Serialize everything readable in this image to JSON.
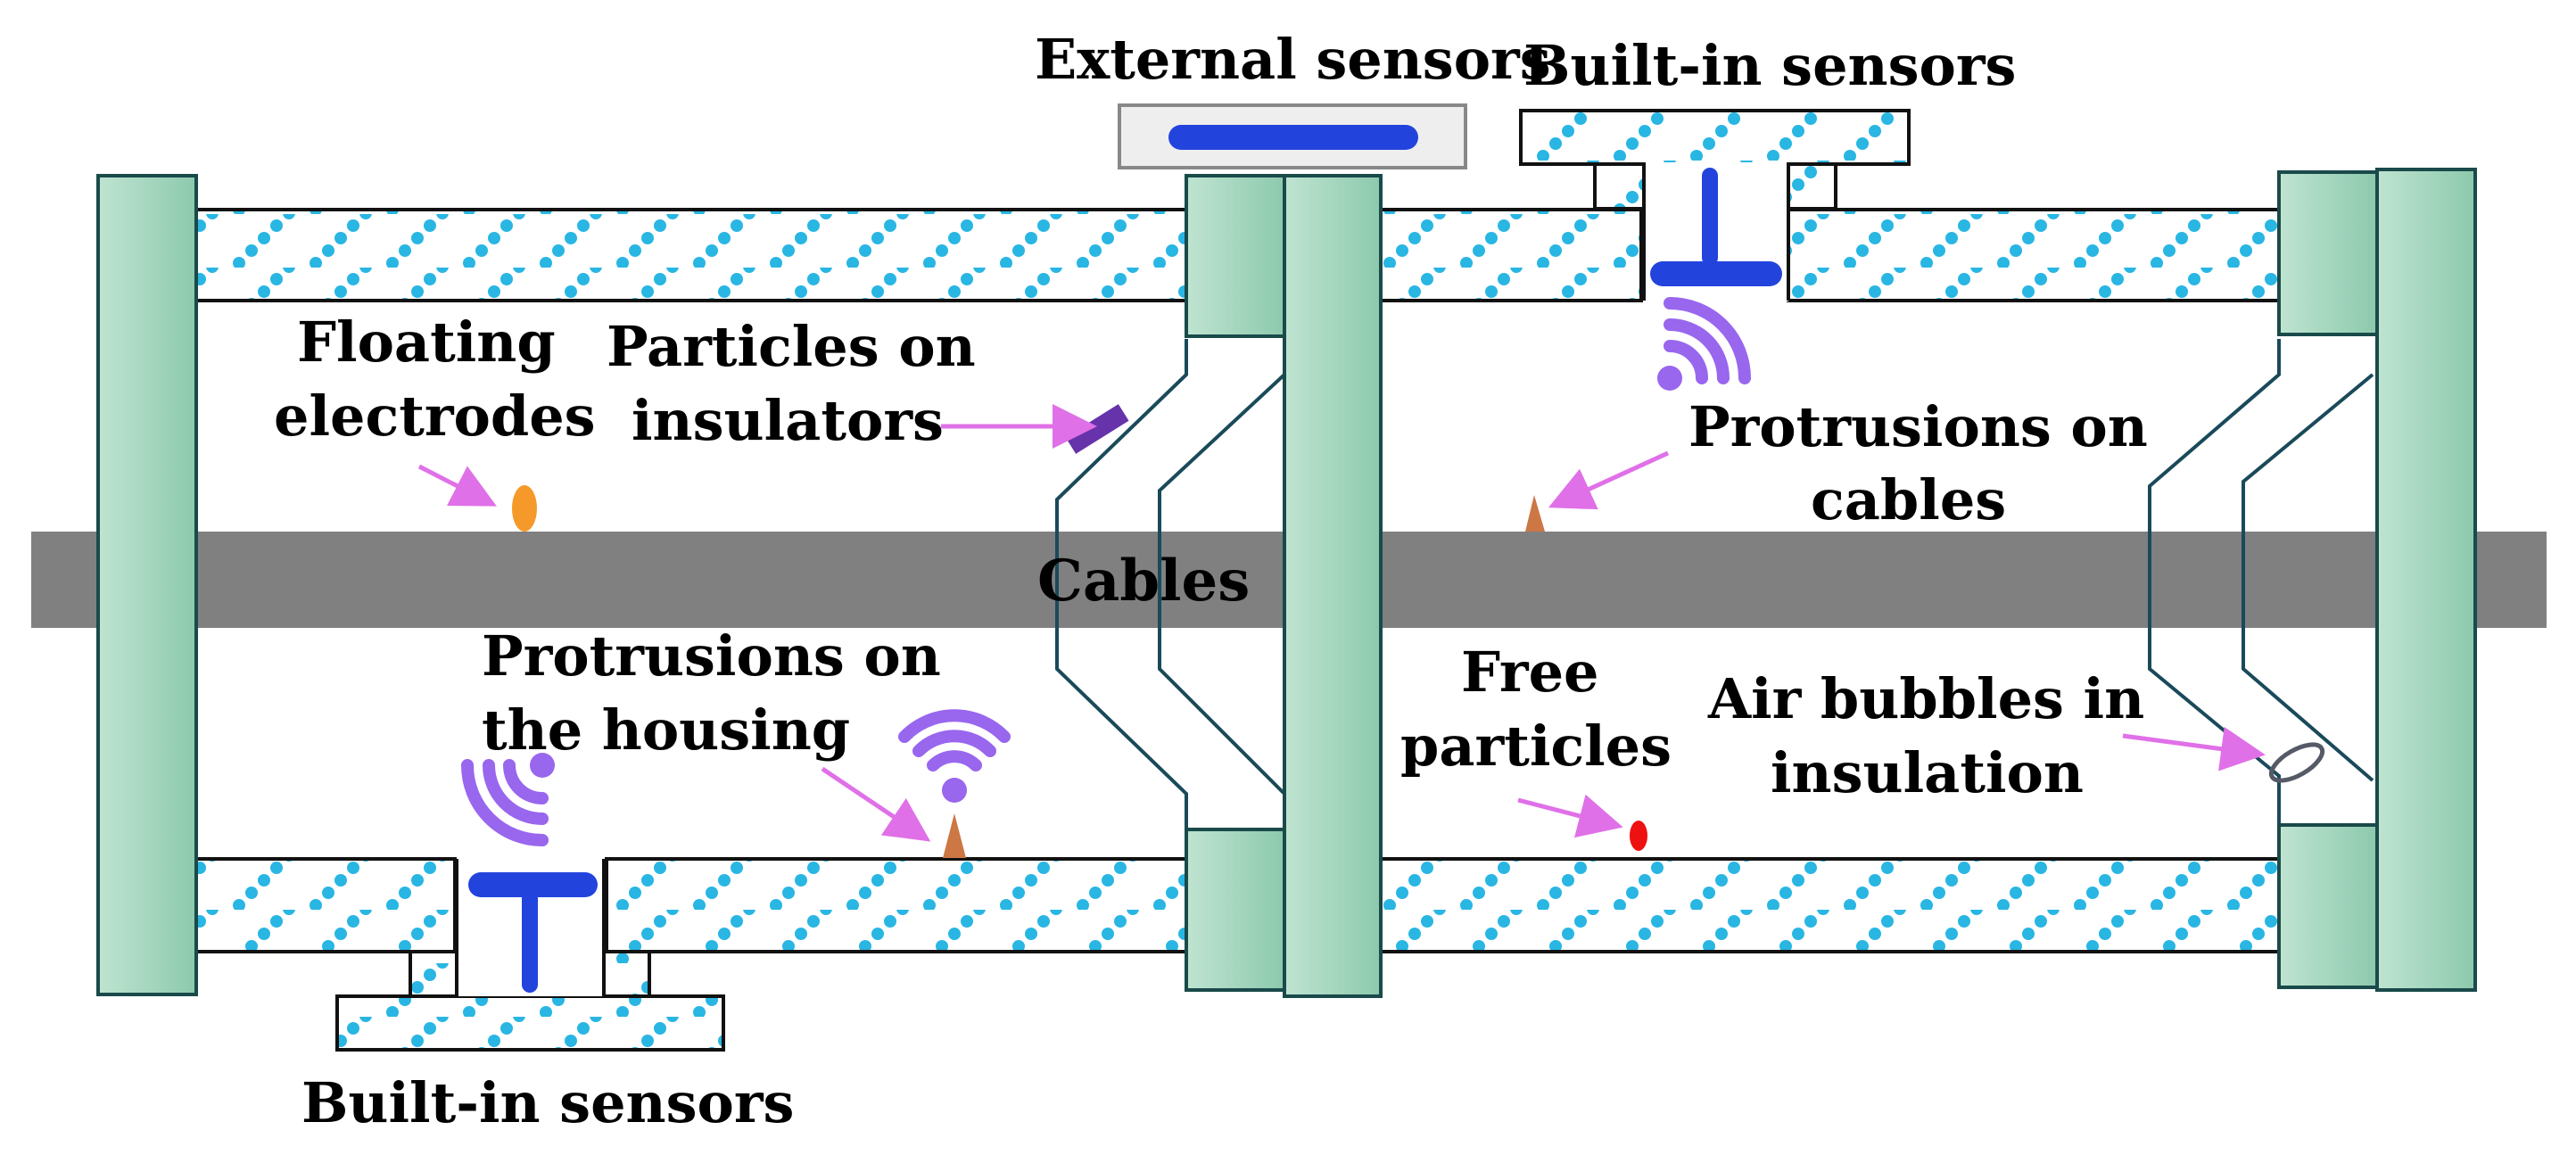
{
  "labels": {
    "external_sensors": "External sensors",
    "builtin_sensors_top": "Built-in sensors",
    "builtin_sensors_bottom": "Built-in sensors",
    "floating_electrodes_1": "Floating",
    "floating_electrodes_2": "electrodes",
    "particles_insulators_1": "Particles on",
    "particles_insulators_2": "insulators",
    "protrusions_cables_1": "Protrusions on",
    "protrusions_cables_2": "cables",
    "cables": "Cables",
    "protrusions_housing_1": "Protrusions on",
    "protrusions_housing_2": "the housing",
    "free_particles_1": "Free",
    "free_particles_2": "particles",
    "air_bubbles_1": "Air bubbles in",
    "air_bubbles_2": "insulation"
  },
  "colors": {
    "hatch": "#29b6e3",
    "flange_light": "#bfe4d1",
    "flange_dark": "#8cc9ad",
    "flange_stroke": "#1a4a4a",
    "cable": "#808080",
    "sensor_blue": "#2244dd",
    "wifi_purple": "#9966ee",
    "arrow_pink": "#e070e8",
    "electrode_orange": "#f59a2a",
    "protrusion_brown": "#cc7744",
    "particle_red": "#ee1111",
    "insulator_particle": "#6633aa",
    "bubble_gray": "#555a66",
    "external_sensor_bg": "#eeeeee"
  },
  "icons": [
    "wifi-icon",
    "sensor-t-icon"
  ]
}
